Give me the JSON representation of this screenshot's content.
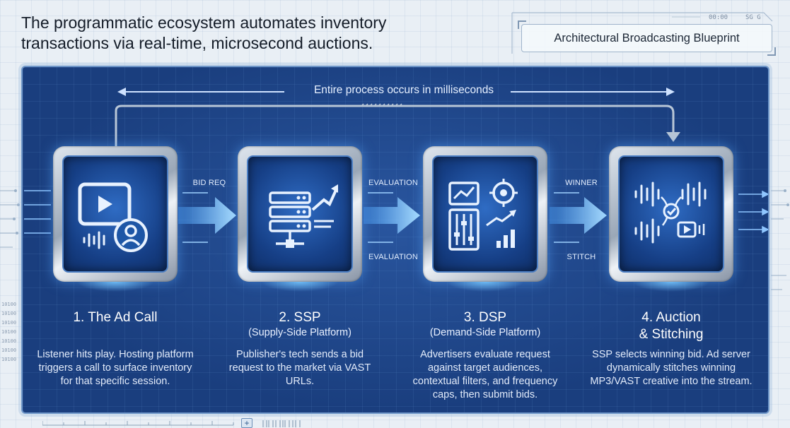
{
  "headline": "The programmatic ecosystem automates inventory transactions via real-time, microsecond auctions.",
  "hud": {
    "code_left": "00:00",
    "code_right": "SG G",
    "badge": "Architectural Broadcasting Blueprint"
  },
  "timeline_label": "Entire process occurs in milliseconds",
  "connectors": [
    {
      "top": "BID REQ",
      "bottom": ""
    },
    {
      "top": "EVALUATION",
      "bottom": "EVALUATION"
    },
    {
      "top": "WINNER",
      "bottom": "STITCH"
    }
  ],
  "steps": [
    {
      "title": "1. The Ad Call",
      "subtitle": "",
      "description": "Listener hits play. Hosting platform triggers a call to surface inventory for that specific session.",
      "icon": "play-listener-icon"
    },
    {
      "title": "2. SSP",
      "subtitle": "(Supply-Side Platform)",
      "description": "Publisher's tech sends a bid request to the market via VAST URLs.",
      "icon": "server-stack-icon"
    },
    {
      "title": "3. DSP",
      "subtitle": "(Demand-Side Platform)",
      "description": "Advertisers evaluate request against target audiences, contextual filters, and frequency caps, then submit bids.",
      "icon": "analytics-target-icon"
    },
    {
      "title_line1": "4. Auction",
      "title_line2": "& Stitching",
      "description": "SSP selects winning bid. Ad server dynamically stitches winning MP3/VAST creative into the stream.",
      "icon": "audio-stitch-icon"
    }
  ],
  "colors": {
    "panel": "#1a3e7e",
    "arrow": "#7cc8ff",
    "frame": "#b9c4d1",
    "text_light": "#ffffff"
  }
}
